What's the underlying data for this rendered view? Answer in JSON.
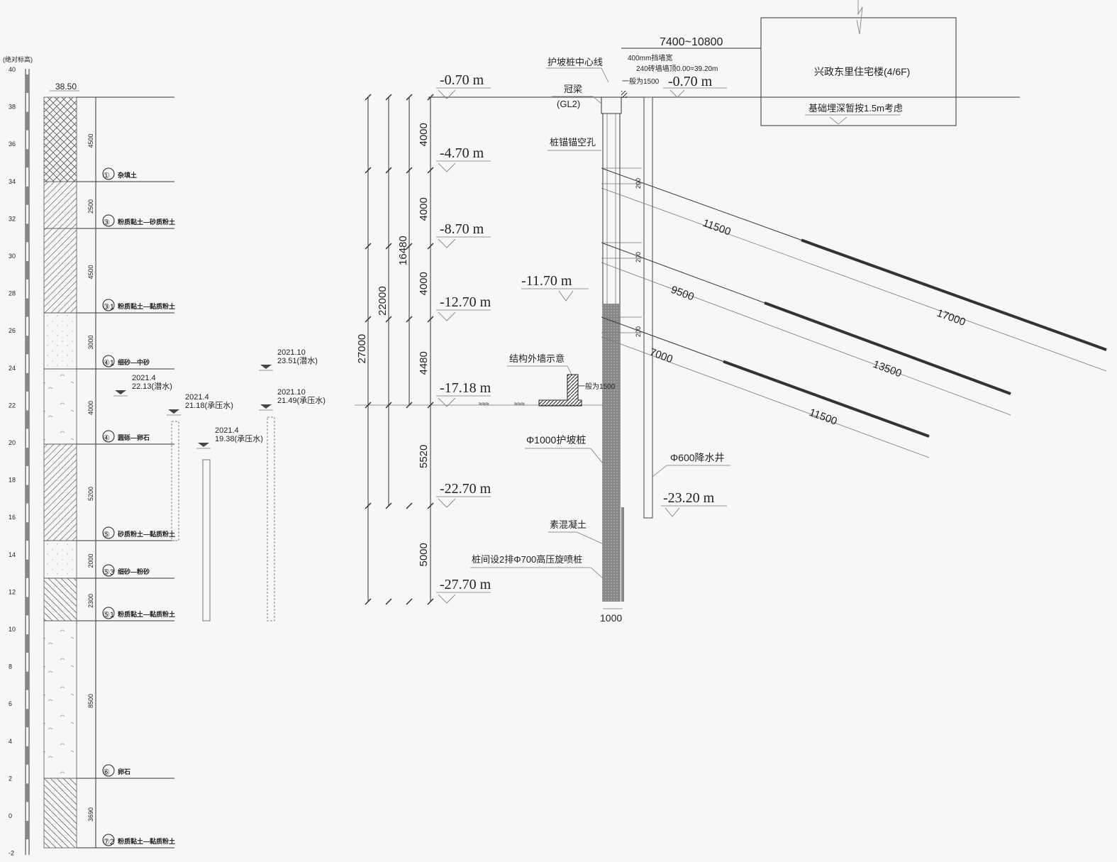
{
  "scale": {
    "title": "(绝对标高)",
    "ticks": [
      "40",
      "38",
      "36",
      "34",
      "32",
      "30",
      "28",
      "26",
      "24",
      "22",
      "20",
      "18",
      "16",
      "14",
      "12",
      "10",
      "8",
      "6",
      "4",
      "2",
      "0",
      "-2"
    ]
  },
  "borehole": {
    "top_elevation": "38.50",
    "layers": [
      {
        "num": "①",
        "name": "杂填土",
        "thickness": "4500",
        "pattern": "cross"
      },
      {
        "num": "③",
        "name": "粉质黏土—砂质粉土",
        "thickness": "2500",
        "pattern": "diag"
      },
      {
        "num": "③1",
        "name": "粉质黏土—黏质粉土",
        "thickness": "4500",
        "pattern": "diag"
      },
      {
        "num": "④1",
        "name": "细砂—中砂",
        "thickness": "3000",
        "pattern": "dot"
      },
      {
        "num": "④",
        "name": "圆砾—卵石",
        "thickness": "4000",
        "pattern": "gravel"
      },
      {
        "num": "⑤",
        "name": "砂质粉土—黏质粉土",
        "thickness": "5200",
        "pattern": "diag"
      },
      {
        "num": "⑤3",
        "name": "细砂—粉砂",
        "thickness": "2000",
        "pattern": "dot"
      },
      {
        "num": "⑤1",
        "name": "粉质黏土—黏质粉土",
        "thickness": "2300",
        "pattern": "diagr"
      },
      {
        "num": "⑥",
        "name": "卵石",
        "thickness": "8500",
        "pattern": "gravel"
      },
      {
        "num": "⑦2",
        "name": "粉质黏土—黏质粉土",
        "thickness": "3690",
        "pattern": "diagr"
      }
    ]
  },
  "water_levels": [
    {
      "date": "2021.4",
      "value": "22.13(潜水)"
    },
    {
      "date": "2021.4",
      "value": "21.18(承压水)"
    },
    {
      "date": "2021.4",
      "value": "19.38(承压水)"
    },
    {
      "date": "2021.10",
      "value": "23.51(潜水)"
    },
    {
      "date": "2021.10",
      "value": "21.49(承压水)"
    }
  ],
  "section": {
    "levels": [
      "-0.70 m",
      "-4.70 m",
      "-8.70 m",
      "-12.70 m",
      "-17.18 m",
      "-22.70 m",
      "-27.70 m"
    ],
    "segment_dims": [
      "4000",
      "4000",
      "4000",
      "4480",
      "5520",
      "5000"
    ],
    "total_dims": [
      "16480",
      "22000",
      "27000"
    ],
    "level_extra": "-11.70 m",
    "level_well": "-23.20 m",
    "level_ground_right": "-0.70 m",
    "pile_width": "1000",
    "distance": "7400~10800",
    "labels": {
      "pile_center": "护坡桩中心线",
      "crown_beam": "冠梁",
      "crown_beam_code": "(GL2)",
      "anchor_hole": "桩锚锚空孔",
      "wall_width": "400mm挡墙宽",
      "wall_top": "240砖墙墙顶0.00=39.20m",
      "general_1500_top": "一般为1500",
      "structure_wall": "结构外墙示意",
      "general_1500": "一般为1500",
      "pile": "Φ1000护坡桩",
      "well": "Φ600降水井",
      "plain_concrete": "素混凝土",
      "jet_grout": "桩间设2排Φ700高压旋喷桩",
      "building": "兴政东里住宅楼(4/6F)",
      "foundation": "基础埋深暂按1.5m考虑"
    },
    "anchors": [
      {
        "free": "11500",
        "bond": "17000",
        "spacing": "200"
      },
      {
        "free": "9500",
        "bond": "13500",
        "spacing": "200"
      },
      {
        "free": "7000",
        "bond": "11500",
        "spacing": "200"
      }
    ]
  }
}
